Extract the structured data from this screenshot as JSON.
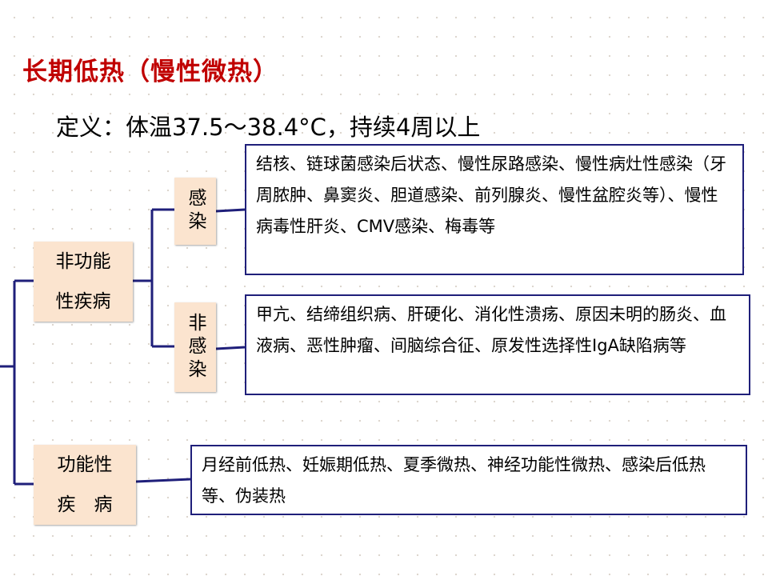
{
  "title": "长期低热（慢性微热）",
  "definition": {
    "label": "定义：",
    "text": "体温37.5～38.4°C，持续4周以上"
  },
  "tree": {
    "non_functional": {
      "line1": "非功能",
      "line2": "性疾病",
      "infection": {
        "label": "感染",
        "details": "结核、链球菌感染后状态、慢性尿路感染、慢性病灶性感染（牙周脓肿、鼻窦炎、胆道感染、前列腺炎、慢性盆腔炎等）、慢性病毒性肝炎、CMV感染、梅毒等"
      },
      "non_infection": {
        "label": "非感染",
        "details": "甲亢、结缔组织病、肝硬化、消化性溃疡、原因未明的肠炎、血液病、恶性肿瘤、间脑综合征、原发性选择性IgA缺陷病等"
      }
    },
    "functional": {
      "line1": "功能性",
      "line2": "疾　病",
      "details": "月经前低热、妊娠期低热、夏季微热、神经功能性微热、感染后低热等、伪装热"
    }
  },
  "colors": {
    "title": "#c00000",
    "connector": "#1f1f7a",
    "node_fill": "#fbe4cf",
    "box_border": "#1f1f7a"
  }
}
